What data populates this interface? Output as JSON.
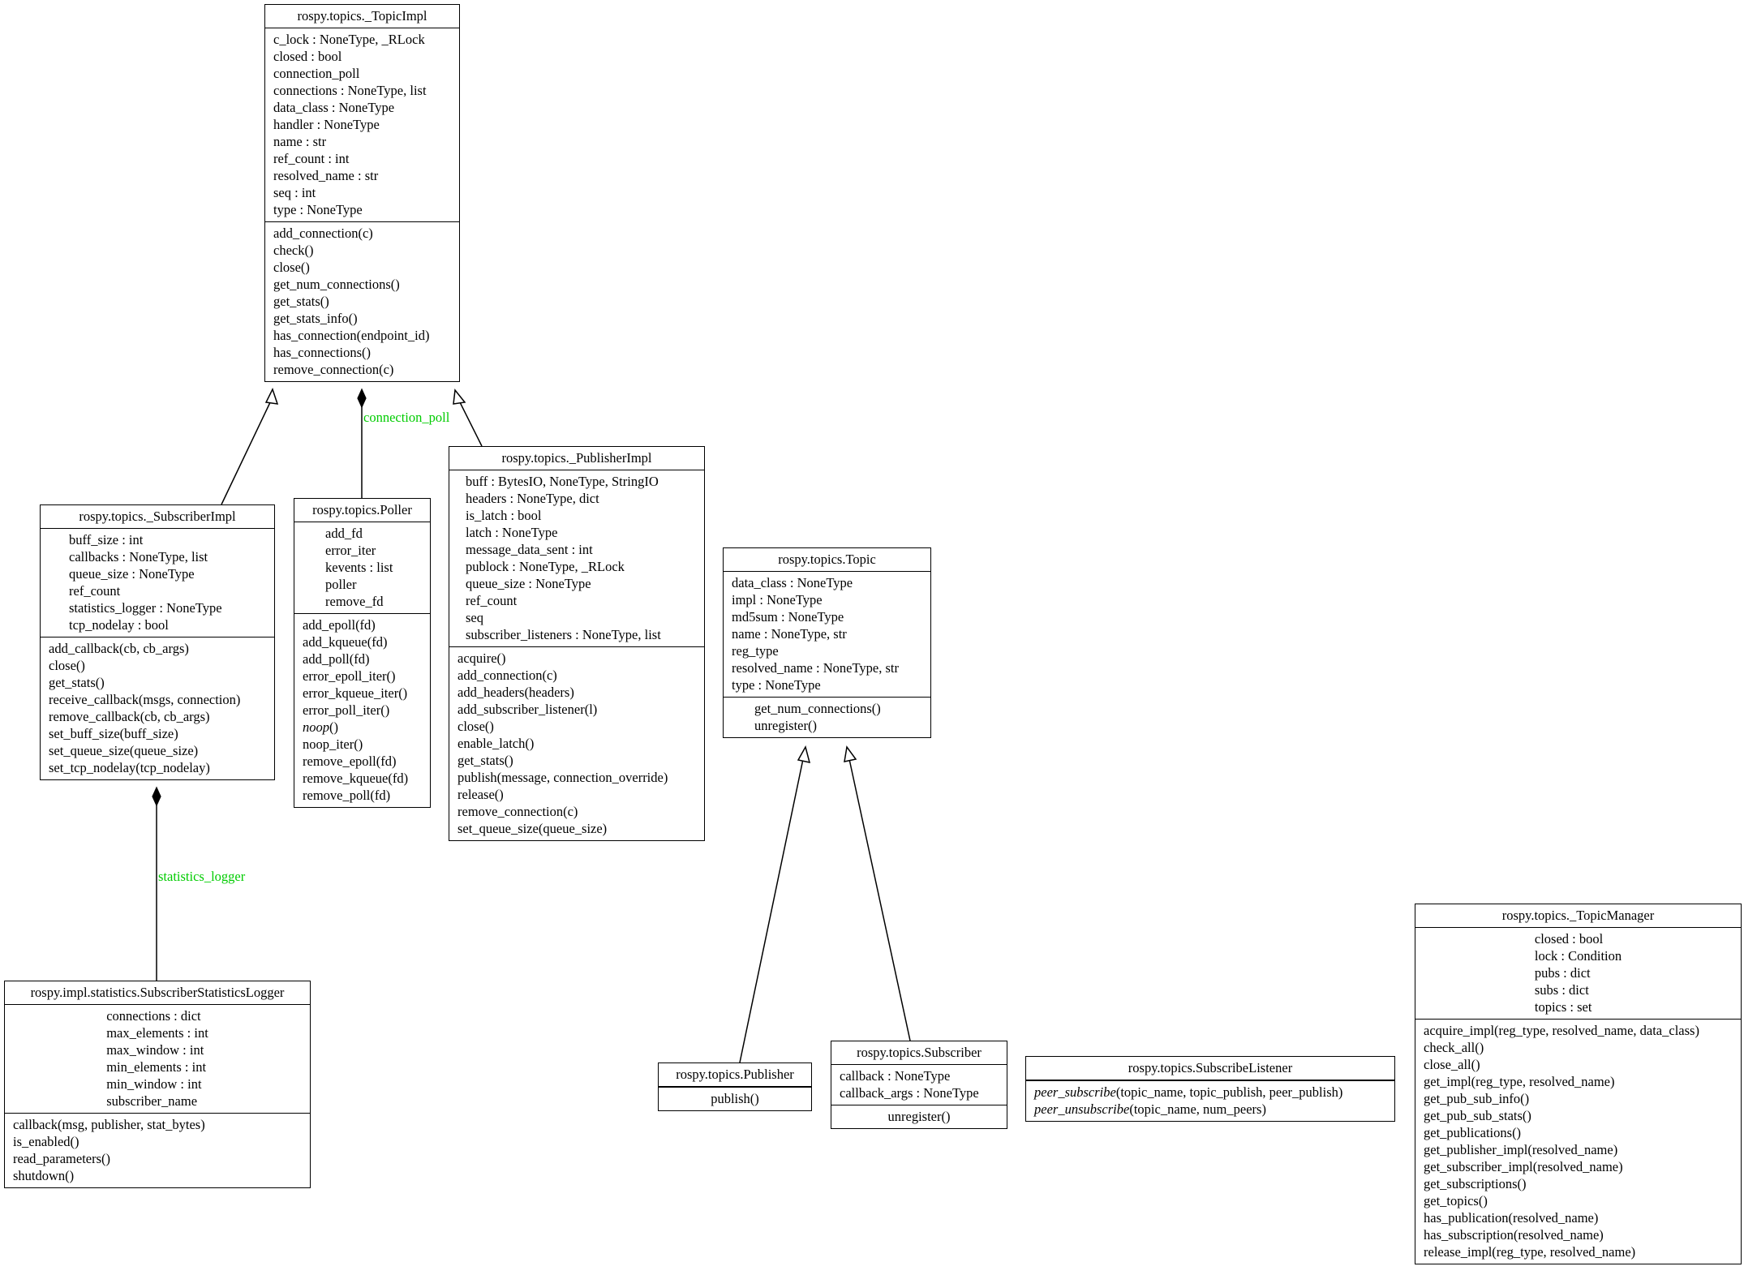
{
  "classes": {
    "topic_impl": {
      "name": "rospy.topics._TopicImpl",
      "attributes": [
        "c_lock : NoneType, _RLock",
        "closed : bool",
        "connection_poll",
        "connections : NoneType, list",
        "data_class : NoneType",
        "handler : NoneType",
        "name : str",
        "ref_count : int",
        "resolved_name : str",
        "seq : int",
        "type : NoneType"
      ],
      "methods": [
        "add_connection(c)",
        "check()",
        "close()",
        "get_num_connections()",
        "get_stats()",
        "get_stats_info()",
        "has_connection(endpoint_id)",
        "has_connections()",
        "remove_connection(c)"
      ]
    },
    "subscriber_impl": {
      "name": "rospy.topics._SubscriberImpl",
      "attributes": [
        "buff_size : int",
        "callbacks : NoneType, list",
        "queue_size : NoneType",
        "ref_count",
        "statistics_logger : NoneType",
        "tcp_nodelay : bool"
      ],
      "methods": [
        "add_callback(cb, cb_args)",
        "close()",
        "get_stats()",
        "receive_callback(msgs, connection)",
        "remove_callback(cb, cb_args)",
        "set_buff_size(buff_size)",
        "set_queue_size(queue_size)",
        "set_tcp_nodelay(tcp_nodelay)"
      ]
    },
    "poller": {
      "name": "rospy.topics.Poller",
      "attributes": [
        "add_fd",
        "error_iter",
        "kevents : list",
        "poller",
        "remove_fd"
      ],
      "methods": [
        "add_epoll(fd)",
        "add_kqueue(fd)",
        "add_poll(fd)",
        "error_epoll_iter()",
        "error_kqueue_iter()",
        "error_poll_iter()",
        "noop()",
        "noop_iter()",
        "remove_epoll(fd)",
        "remove_kqueue(fd)",
        "remove_poll(fd)"
      ]
    },
    "publisher_impl": {
      "name": "rospy.topics._PublisherImpl",
      "attributes": [
        "buff : BytesIO, NoneType, StringIO",
        "headers : NoneType, dict",
        "is_latch : bool",
        "latch : NoneType",
        "message_data_sent : int",
        "publock : NoneType, _RLock",
        "queue_size : NoneType",
        "ref_count",
        "seq",
        "subscriber_listeners : NoneType, list"
      ],
      "methods": [
        "acquire()",
        "add_connection(c)",
        "add_headers(headers)",
        "add_subscriber_listener(l)",
        "close()",
        "enable_latch()",
        "get_stats()",
        "publish(message, connection_override)",
        "release()",
        "remove_connection(c)",
        "set_queue_size(queue_size)"
      ]
    },
    "topic": {
      "name": "rospy.topics.Topic",
      "attributes": [
        "data_class : NoneType",
        "impl : NoneType",
        "md5sum : NoneType",
        "name : NoneType, str",
        "reg_type",
        "resolved_name : NoneType, str",
        "type : NoneType"
      ],
      "methods": [
        "get_num_connections()",
        "unregister()"
      ]
    },
    "stats_logger": {
      "name": "rospy.impl.statistics.SubscriberStatisticsLogger",
      "attributes": [
        "connections : dict",
        "max_elements : int",
        "max_window : int",
        "min_elements : int",
        "min_window : int",
        "subscriber_name"
      ],
      "methods": [
        "callback(msg, publisher, stat_bytes)",
        "is_enabled()",
        "read_parameters()",
        "shutdown()"
      ]
    },
    "publisher": {
      "name": "rospy.topics.Publisher",
      "attributes": [],
      "methods": [
        "publish()"
      ]
    },
    "subscriber": {
      "name": "rospy.topics.Subscriber",
      "attributes": [
        "callback : NoneType",
        "callback_args : NoneType"
      ],
      "methods": [
        "unregister()"
      ]
    },
    "subscribe_listener": {
      "name": "rospy.topics.SubscribeListener",
      "attributes": [],
      "methods": [
        {
          "name": "peer_subscribe",
          "args": "(topic_name, topic_publish, peer_publish)",
          "abstract": true
        },
        {
          "name": "peer_unsubscribe",
          "args": "(topic_name, num_peers)",
          "abstract": true
        }
      ]
    },
    "topic_manager": {
      "name": "rospy.topics._TopicManager",
      "attributes": [
        "closed : bool",
        "lock : Condition",
        "pubs : dict",
        "subs : dict",
        "topics : set"
      ],
      "methods": [
        "acquire_impl(reg_type, resolved_name, data_class)",
        "check_all()",
        "close_all()",
        "get_impl(reg_type, resolved_name)",
        "get_pub_sub_info()",
        "get_pub_sub_stats()",
        "get_publications()",
        "get_publisher_impl(resolved_name)",
        "get_subscriber_impl(resolved_name)",
        "get_subscriptions()",
        "get_topics()",
        "has_publication(resolved_name)",
        "has_subscription(resolved_name)",
        "release_impl(reg_type, resolved_name)"
      ]
    }
  },
  "edges": {
    "connection_poll": "connection_poll",
    "statistics_logger": "statistics_logger"
  },
  "abstract_methods": [
    "noop"
  ],
  "colors": {
    "edge_label": "#00cc00",
    "line": "#000000"
  }
}
